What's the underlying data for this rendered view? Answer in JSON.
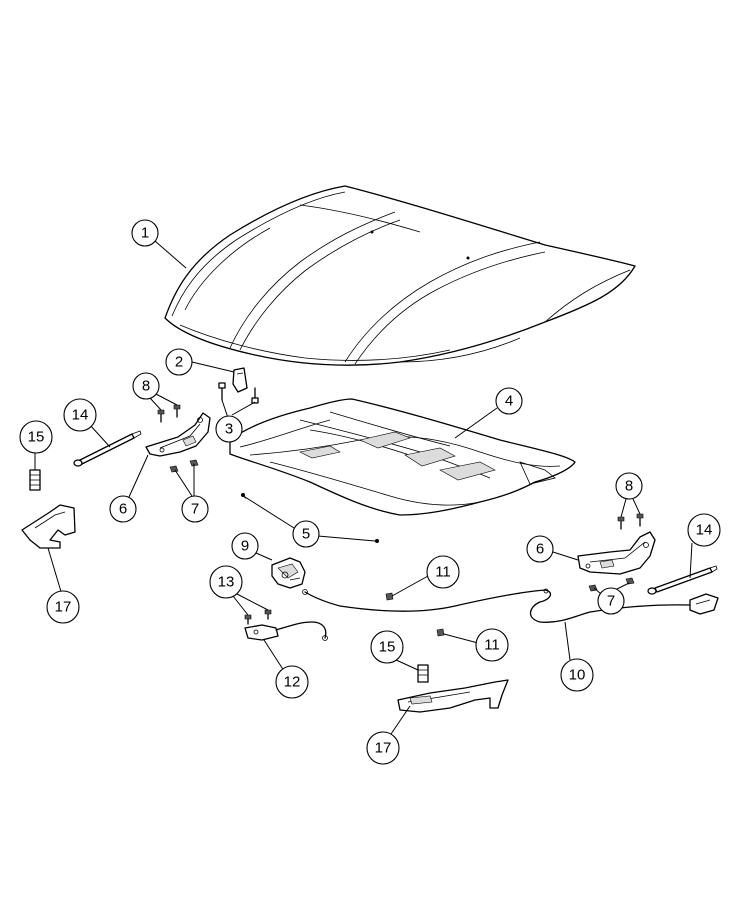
{
  "callouts": {
    "c1": "1",
    "c2": "2",
    "c3": "3",
    "c4": "4",
    "c5": "5",
    "c6_left": "6",
    "c6_right": "6",
    "c7_left": "7",
    "c7_right": "7",
    "c8_left": "8",
    "c8_right": "8",
    "c9": "9",
    "c10": "10",
    "c11_upper": "11",
    "c11_lower": "11",
    "c12": "12",
    "c13": "13",
    "c14_left": "14",
    "c14_right": "14",
    "c15_left": "15",
    "c15_right": "15",
    "c17_left": "17",
    "c17_right": "17"
  }
}
